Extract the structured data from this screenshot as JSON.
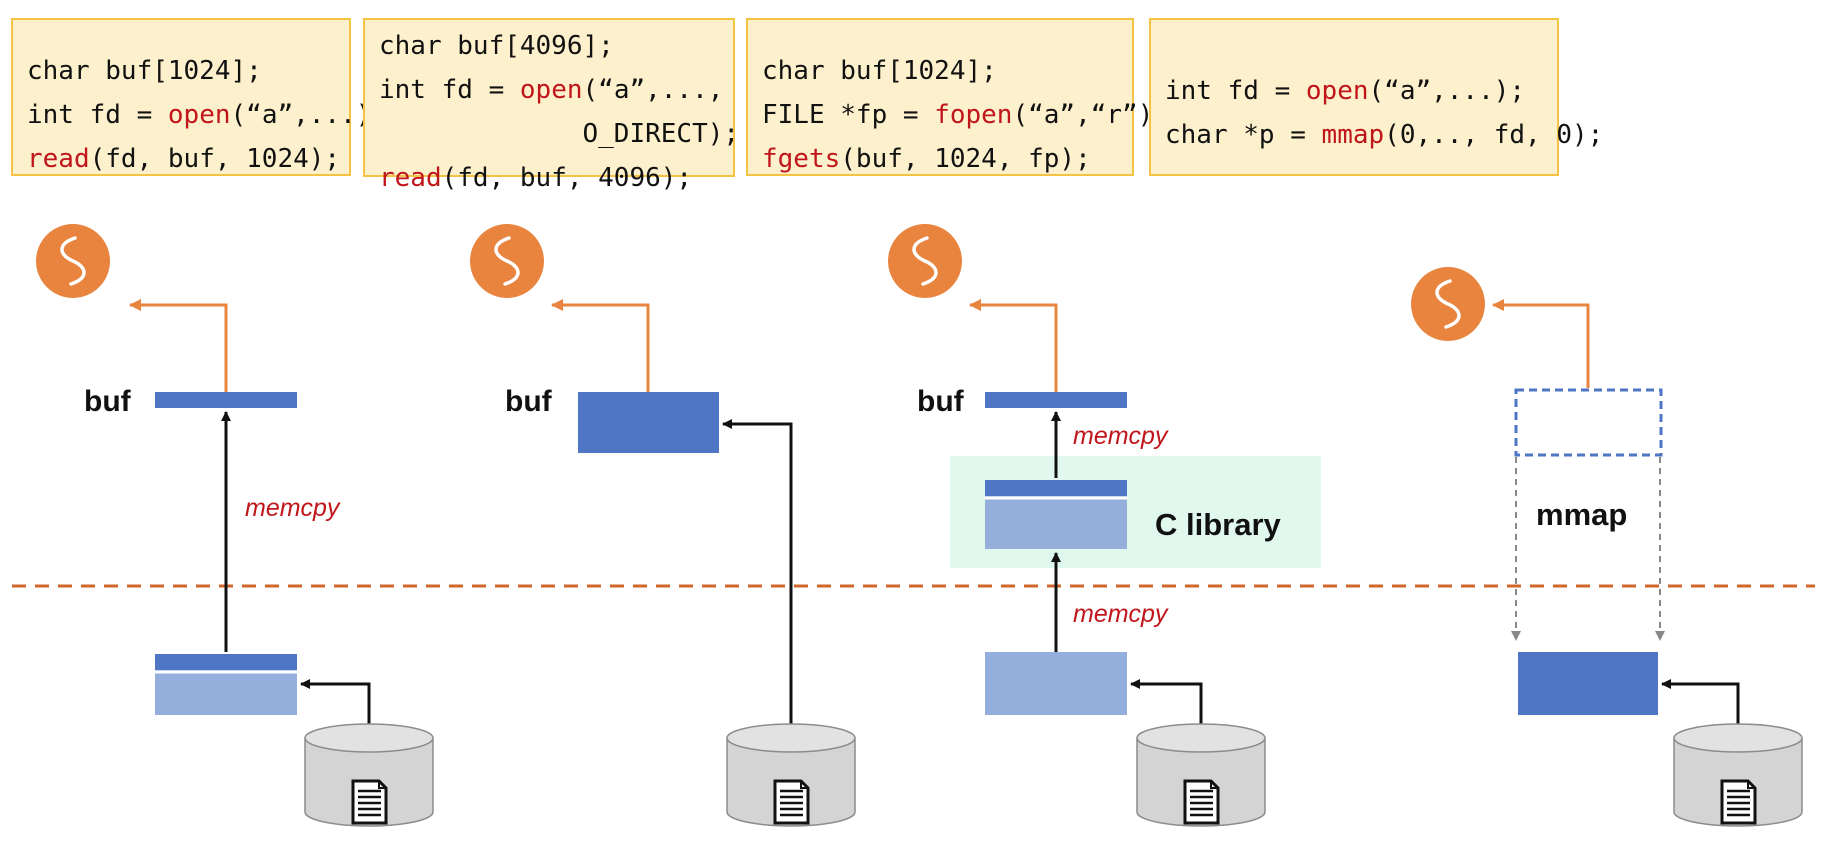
{
  "colors": {
    "code_bg": "#fdf0cc",
    "code_border": "#f5c344",
    "function_name": "#c0161b",
    "process_circle": "#e8843e",
    "buffer_dark": "#4f76c4",
    "buffer_light": "#95afdd",
    "c_library_bg": "#e0f8ee",
    "boundary_line": "#d0662a",
    "memcpy_text": "#c0161b",
    "disk": "#d4d4d4"
  },
  "icons": {
    "process": "squiggle-circle-icon",
    "file": "document-icon",
    "disk": "disk-cylinder-icon"
  },
  "panels": [
    {
      "code": [
        [
          {
            "t": "char buf[1024];"
          }
        ],
        [
          {
            "t": "int fd = "
          },
          {
            "t": "open",
            "fn": true
          },
          {
            "t": "(“a”,...);"
          }
        ],
        [
          {
            "t": "read",
            "fn": true
          },
          {
            "t": "(fd, buf, 1024);"
          }
        ]
      ],
      "buf_label": "buf",
      "memcpy_label": "memcpy"
    },
    {
      "code": [
        [
          {
            "t": "char buf[4096];"
          }
        ],
        [
          {
            "t": "int fd = "
          },
          {
            "t": "open",
            "fn": true
          },
          {
            "t": "(“a”,...,"
          }
        ],
        [
          {
            "t": "             O_DIRECT);"
          }
        ],
        [
          {
            "t": "read",
            "fn": true
          },
          {
            "t": "(fd, buf, 4096);"
          }
        ]
      ],
      "buf_label": "buf"
    },
    {
      "code": [
        [
          {
            "t": "char buf[1024];"
          }
        ],
        [
          {
            "t": "FILE *fp = "
          },
          {
            "t": "fopen",
            "fn": true
          },
          {
            "t": "(“a”,“r”);"
          }
        ],
        [
          {
            "t": "fgets",
            "fn": true
          },
          {
            "t": "(buf, 1024, fp);"
          }
        ]
      ],
      "buf_label": "buf",
      "memcpy_top_label": "memcpy",
      "memcpy_bottom_label": "memcpy",
      "library_label": "C library"
    },
    {
      "code": [
        [
          {
            "t": "int fd = "
          },
          {
            "t": "open",
            "fn": true
          },
          {
            "t": "(“a”,...);"
          }
        ],
        [
          {
            "t": "char *p = "
          },
          {
            "t": "mmap",
            "fn": true
          },
          {
            "t": "(0,.., fd, 0);"
          }
        ]
      ],
      "mmap_label": "mmap"
    }
  ]
}
